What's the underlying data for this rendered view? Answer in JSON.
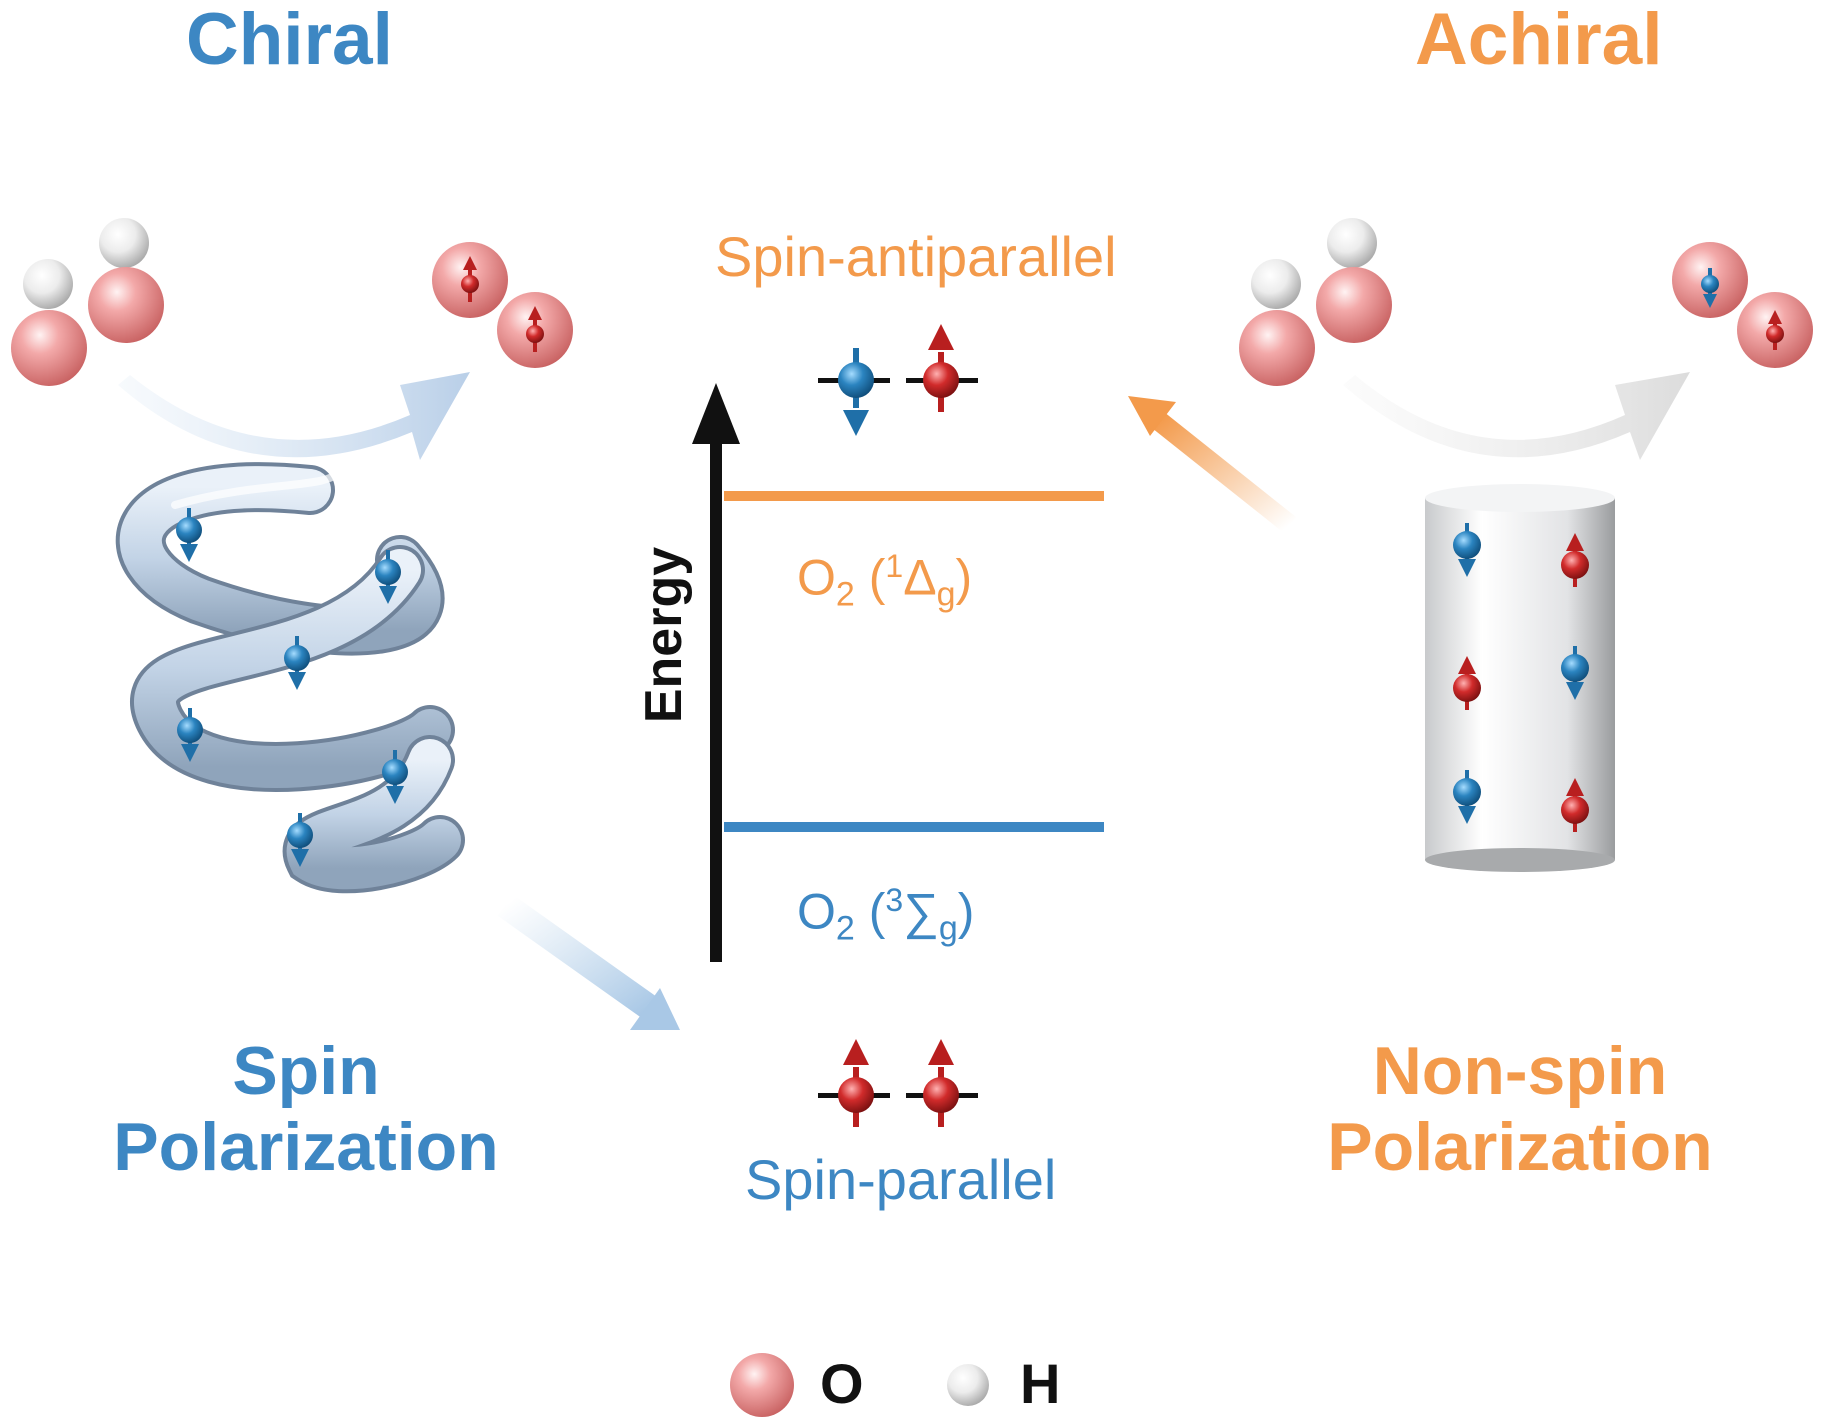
{
  "headings": {
    "chiral": "Chiral",
    "achiral": "Achiral"
  },
  "center": {
    "axis_label": "Energy",
    "upper_label": "Spin-antiparallel",
    "lower_label": "Spin-parallel",
    "singlet_state": {
      "molecule": "O",
      "subscript": "2",
      "term_pre": "(",
      "superscript": "1",
      "symbol": "Δ",
      "symbol_sub": "g",
      "term_post": ")"
    },
    "triplet_state": {
      "molecule": "O",
      "subscript": "2",
      "term_pre": "(",
      "superscript": "3",
      "symbol": "∑",
      "symbol_sub": "g",
      "term_post": ")"
    }
  },
  "bottom": {
    "left": {
      "line1": "Spin",
      "line2": "Polarization"
    },
    "right": {
      "line1": "Non-spin",
      "line2": "Polarization"
    }
  },
  "legend": [
    {
      "symbol": "O",
      "icon": "oxygen-atom-icon"
    },
    {
      "symbol": "H",
      "icon": "hydrogen-atom-icon"
    }
  ],
  "colors": {
    "blue": "#3d87c3",
    "orange": "#f39a4b",
    "spin_blue": "#2b84c0",
    "spin_red": "#d12b2b",
    "oxygen": "#ec8f8f",
    "hydrogen": "#e6e6e6"
  }
}
